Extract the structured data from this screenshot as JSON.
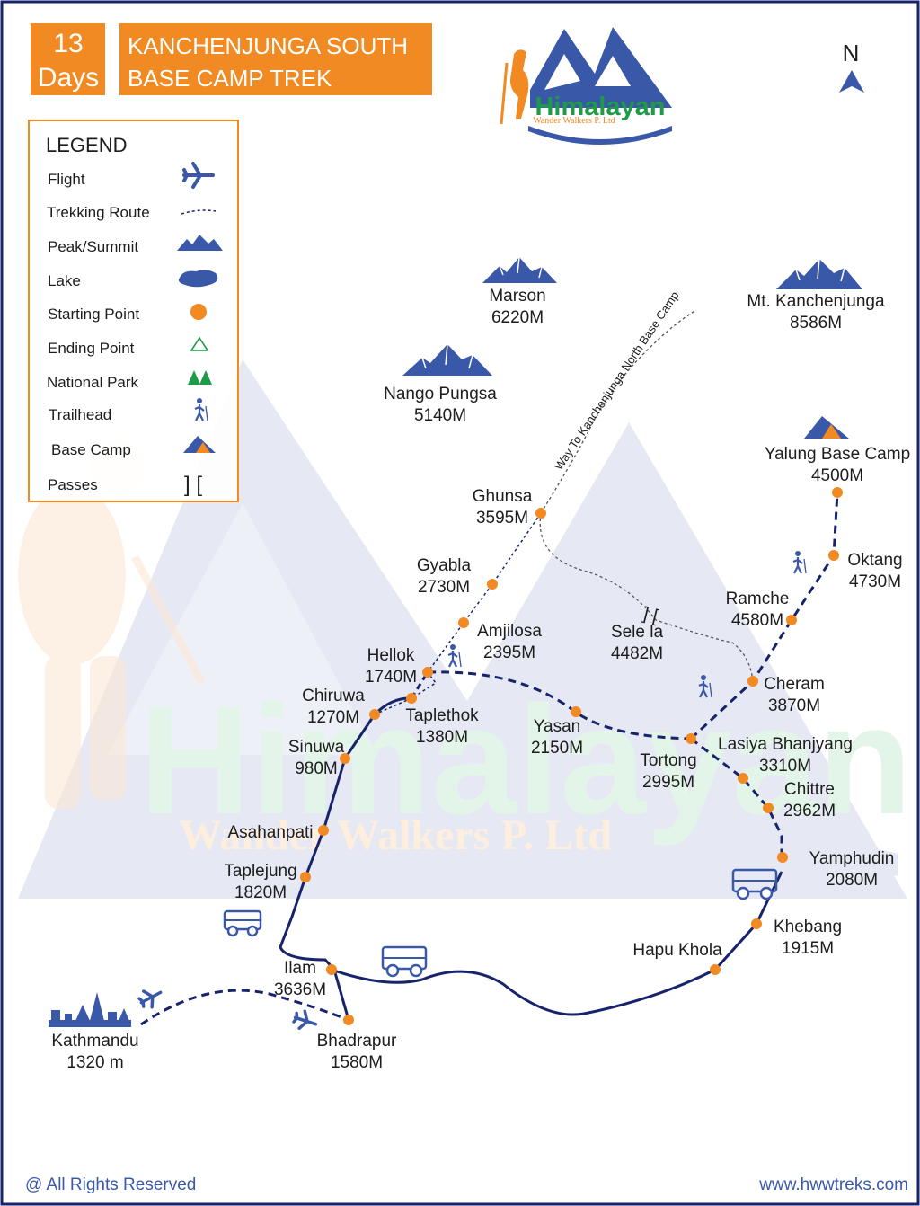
{
  "header": {
    "days_number": "13",
    "days_label": "Days",
    "title_line1": "KANCHENJUNGA SOUTH",
    "title_line2": "BASE CAMP TREK"
  },
  "logo": {
    "brand": "Himalayan",
    "tagline": "Wander Walkers P. Ltd"
  },
  "compass": {
    "label": "N"
  },
  "legend": {
    "title": "LEGEND",
    "items": [
      {
        "label": "Flight",
        "icon": "airplane-icon"
      },
      {
        "label": "Trekking Route",
        "icon": "dashed-route-icon"
      },
      {
        "label": "Peak/Summit",
        "icon": "mountain-peak-icon"
      },
      {
        "label": "Lake",
        "icon": "lake-icon"
      },
      {
        "label": "Starting Point",
        "icon": "orange-dot-icon"
      },
      {
        "label": "Ending Point",
        "icon": "green-triangle-icon"
      },
      {
        "label": "National Park",
        "icon": "pine-trees-icon"
      },
      {
        "label": "Trailhead",
        "icon": "hiker-icon"
      },
      {
        "label": "Base Camp",
        "icon": "tent-icon"
      },
      {
        "label": "Passes",
        "icon": "pass-brackets-icon"
      }
    ]
  },
  "peaks": [
    {
      "name": "Marson",
      "elevation": "6220M"
    },
    {
      "name": "Mt. Kanchenjunga",
      "elevation": "8586M"
    },
    {
      "name": "Nango Pungsa",
      "elevation": "5140M"
    }
  ],
  "route_note": "Way To Kanchenjunga North Base Camp",
  "places": [
    {
      "name": "Yalung Base Camp",
      "elevation": "4500M"
    },
    {
      "name": "Ghunsa",
      "elevation": "3595M"
    },
    {
      "name": "Oktang",
      "elevation": "4730M"
    },
    {
      "name": "Gyabla",
      "elevation": "2730M"
    },
    {
      "name": "Ramche",
      "elevation": "4580M"
    },
    {
      "name": "Amjilosa",
      "elevation": "2395M"
    },
    {
      "name": "Sele la",
      "elevation": "4482M"
    },
    {
      "name": "Hellok",
      "elevation": "1740M"
    },
    {
      "name": "Cheram",
      "elevation": "3870M"
    },
    {
      "name": "Chiruwa",
      "elevation": "1270M"
    },
    {
      "name": "Taplethok",
      "elevation": "1380M"
    },
    {
      "name": "Yasan",
      "elevation": "2150M"
    },
    {
      "name": "Lasiya Bhanjyang",
      "elevation": "3310M"
    },
    {
      "name": "Sinuwa",
      "elevation": "980M"
    },
    {
      "name": "Tortong",
      "elevation": "2995M"
    },
    {
      "name": "Chittre",
      "elevation": "2962M"
    },
    {
      "name": "Asahanpati",
      "elevation": ""
    },
    {
      "name": "Yamphudin",
      "elevation": "2080M"
    },
    {
      "name": "Taplejung",
      "elevation": "1820M"
    },
    {
      "name": "Khebang",
      "elevation": "1915M"
    },
    {
      "name": "Hapu Khola",
      "elevation": ""
    },
    {
      "name": "Ilam",
      "elevation": "3636M"
    },
    {
      "name": "Kathmandu",
      "elevation": "1320 m"
    },
    {
      "name": "Bhadrapur",
      "elevation": "1580M"
    }
  ],
  "footer": {
    "rights": "@ All Rights Reserved",
    "website": "www.hwwtreks.com"
  },
  "colors": {
    "orange": "#f18a22",
    "navy": "#17236b",
    "blue": "#3a58a8",
    "green": "#1f9a46",
    "watermark_green": "#e3f4e8",
    "watermark_blue": "#e6e9f4"
  }
}
